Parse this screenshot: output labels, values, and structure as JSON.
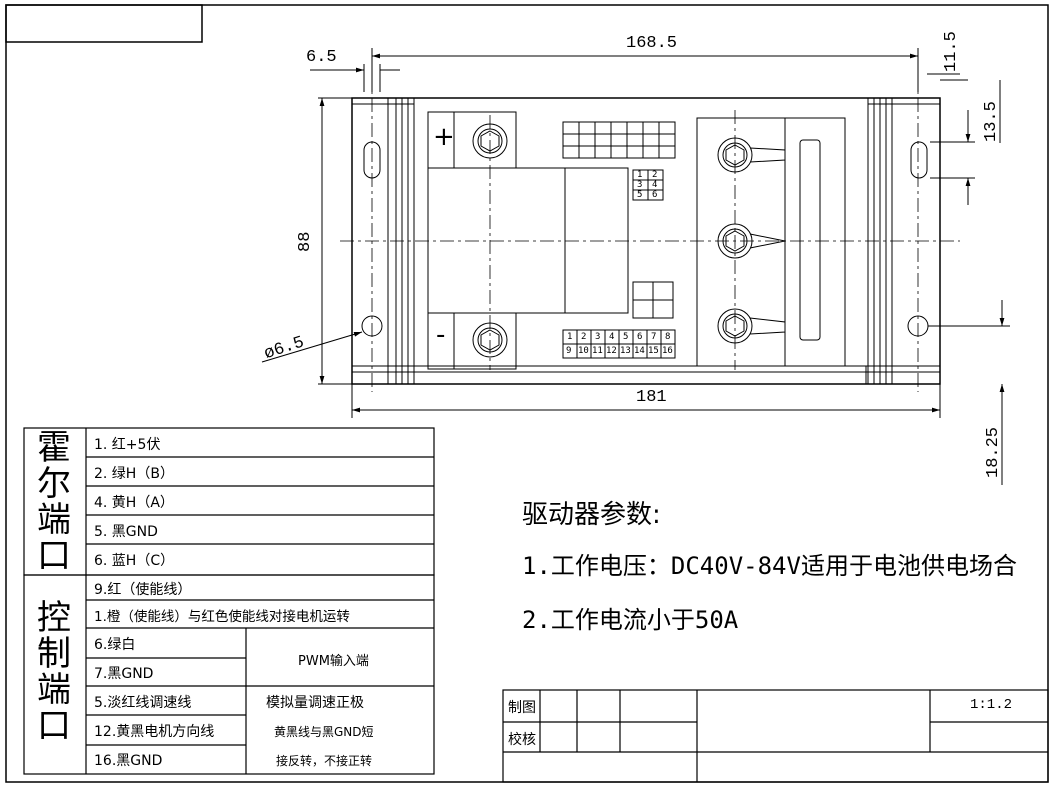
{
  "dimensions": {
    "top_total": "168.5",
    "left_offset": "6.5",
    "right_offset": "11.5",
    "right_slot": "13.5",
    "height": "88",
    "hole_dia": "ø6.5",
    "bottom_total": "181",
    "bottom_right": "18.25"
  },
  "component_labels": {
    "plus": "+",
    "minus": "-",
    "top_pins": [
      "1",
      "2",
      "3",
      "4",
      "5",
      "6"
    ],
    "bottom_pins": [
      "9",
      "10",
      "11",
      "12",
      "13",
      "14",
      "15",
      "16",
      "1",
      "2",
      "3",
      "4",
      "5",
      "6",
      "7",
      "8"
    ]
  },
  "hall_port": {
    "header": "霍尔端口",
    "rows": [
      "1.  红+5伏",
      "2.  绿H（B）",
      "4.  黄H（A）",
      "5.  黑GND",
      "6.  蓝H（C）"
    ]
  },
  "control_port": {
    "header": "控制端口",
    "rows": [
      {
        "label": "9.红（使能线）",
        "note": ""
      },
      {
        "label": "1.橙（使能线）与红色使能线对接电机运转",
        "note": ""
      },
      {
        "label": "6.绿白",
        "note": "PWM输入端"
      },
      {
        "label": "7.黑GND",
        "note": ""
      },
      {
        "label": "5.淡红线调速线",
        "note": "模拟量调速正极"
      },
      {
        "label": "12.黄黑电机方向线",
        "note": "黄黑线与黑GND短"
      },
      {
        "label": "16.黑GND",
        "note": "接反转，不接正转"
      }
    ]
  },
  "driver_params": {
    "title": "驱动器参数:",
    "items": [
      "1.工作电压：DC40V-84V适用于电池供电场合",
      "2.工作电流小于50A"
    ]
  },
  "title_block": {
    "drawn": "制图",
    "checked": "校核",
    "scale": "1:1.2"
  }
}
